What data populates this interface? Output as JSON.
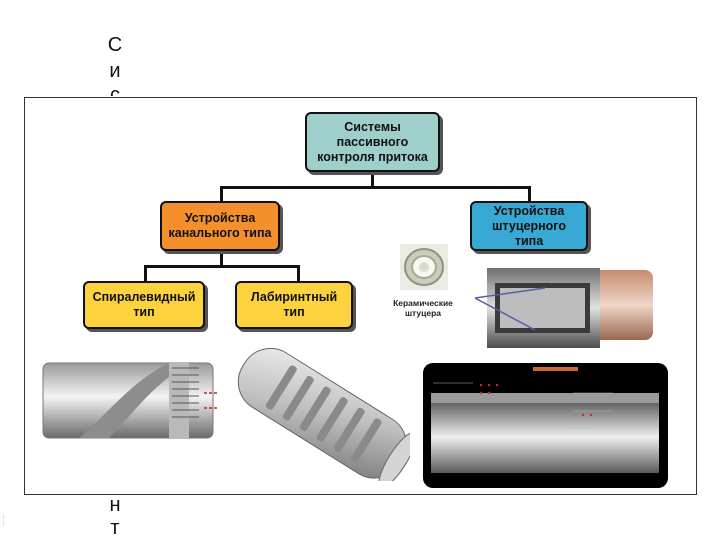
{
  "side_text": {
    "c1": "С",
    "c2": "и",
    "c3": "с",
    "n": "н",
    "t": "т"
  },
  "diagram": {
    "root": "Системы пассивного контроля притока",
    "channel": "Устройства канального типа",
    "nozzle": "Устройства штуцерного типа",
    "spiral": "Спиралевидный тип",
    "labyrinth": "Лабиринтный тип",
    "ceramic_caption": "Керамические штуцера"
  },
  "colors": {
    "root": "#9ecfcb",
    "channel": "#f4902c",
    "nozzle": "#38a9d4",
    "leaf": "#fcd23e",
    "photo_bg": "#000000"
  },
  "images": {
    "spiral_device": "spiral-device-illustration",
    "labyrinth_device": "labyrinth-device-illustration",
    "ceramic_nozzle": "ceramic-nozzle-photo",
    "nozzle_device": "nozzle-device-cutaway",
    "flow_photo": "device-flow-cutaway-photo"
  }
}
